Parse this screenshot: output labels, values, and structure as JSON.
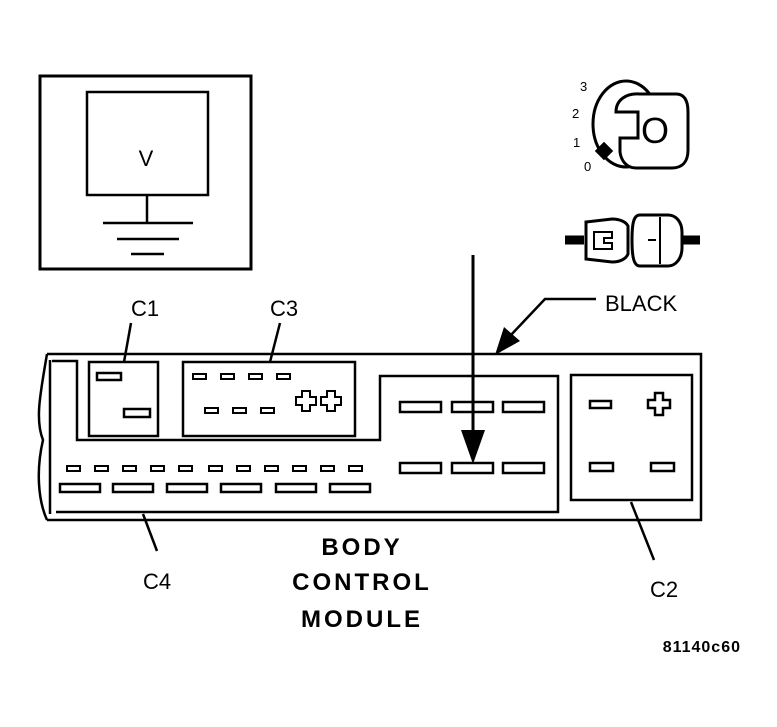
{
  "voltmeter": {
    "symbol": "V"
  },
  "ignition": {
    "positions": [
      "3",
      "2",
      "1",
      "0"
    ],
    "key_symbol": "O"
  },
  "connector_labels": {
    "c1": "C1",
    "c2": "C2",
    "c3": "C3",
    "c4": "C4"
  },
  "color_label": "BLACK",
  "module_title": {
    "line1": "BODY",
    "line2": "CONTROL",
    "line3": "MODULE"
  },
  "figure_id": "81140c60"
}
